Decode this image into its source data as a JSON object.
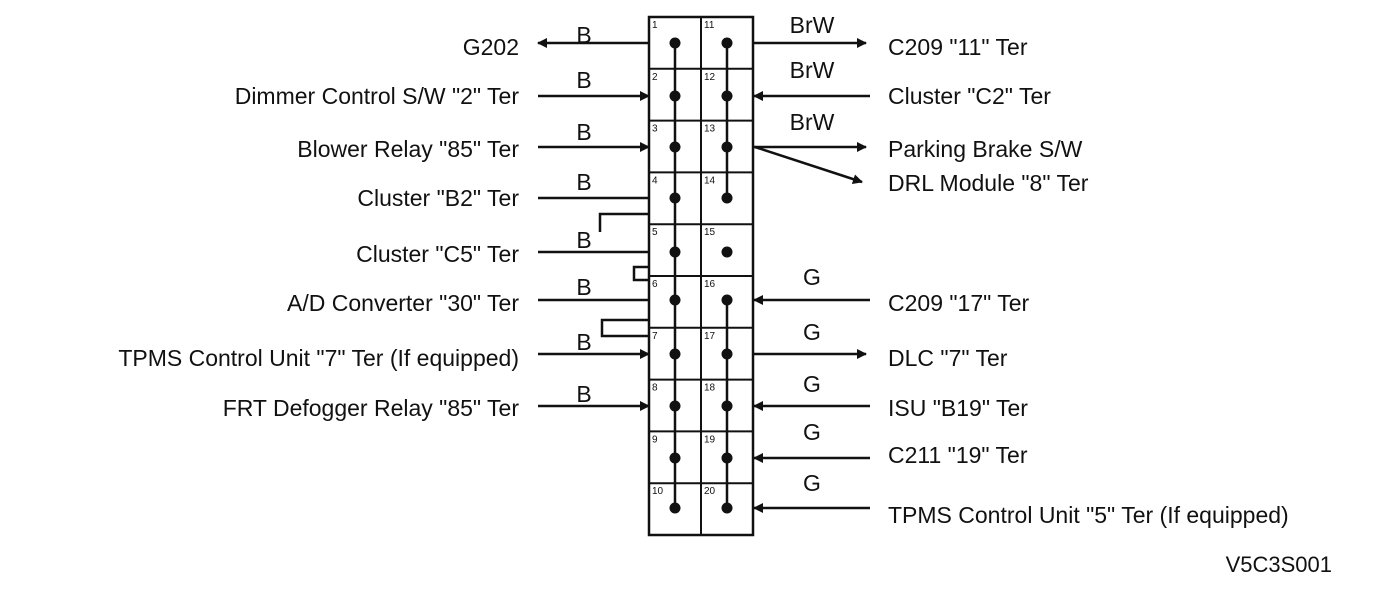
{
  "diagram_code": "V5C3S001",
  "left_pins": [
    {
      "pin": "1",
      "wire": "B",
      "label": "G202",
      "dir": "out"
    },
    {
      "pin": "2",
      "wire": "B",
      "label": "Dimmer Control S/W \"2\" Ter",
      "dir": "in"
    },
    {
      "pin": "3",
      "wire": "B",
      "label": "Blower Relay \"85\" Ter",
      "dir": "in"
    },
    {
      "pin": "4",
      "wire": "B",
      "label": "Cluster \"B2\" Ter",
      "dir": "none"
    },
    {
      "pin": "5",
      "wire": "B",
      "label": "Cluster \"C5\" Ter",
      "dir": "none"
    },
    {
      "pin": "6",
      "wire": "B",
      "label": "A/D Converter \"30\" Ter",
      "dir": "none"
    },
    {
      "pin": "7",
      "wire": "B",
      "label": "TPMS Control Unit \"7\" Ter (If equipped)",
      "dir": "in"
    },
    {
      "pin": "8",
      "wire": "B",
      "label": "FRT Defogger Relay \"85\" Ter",
      "dir": "in"
    },
    {
      "pin": "9",
      "wire": "",
      "label": "",
      "dir": "none"
    },
    {
      "pin": "10",
      "wire": "",
      "label": "",
      "dir": "none"
    }
  ],
  "right_pins": [
    {
      "pin": "11",
      "wire": "BrW",
      "label": "C209 \"11\" Ter",
      "dir": "out"
    },
    {
      "pin": "12",
      "wire": "BrW",
      "label": "Cluster \"C2\" Ter",
      "dir": "in"
    },
    {
      "pin": "13",
      "wire": "BrW",
      "label": "Parking Brake S/W",
      "dir": "out"
    },
    {
      "pin": "14",
      "wire": "",
      "label": "",
      "dir": "none"
    },
    {
      "pin": "15",
      "wire": "",
      "label": "",
      "dir": "none"
    },
    {
      "pin": "16",
      "wire": "G",
      "label": "C209 \"17\" Ter",
      "dir": "in"
    },
    {
      "pin": "17",
      "wire": "G",
      "label": "DLC \"7\" Ter",
      "dir": "out"
    },
    {
      "pin": "18",
      "wire": "G",
      "label": "ISU \"B19\" Ter",
      "dir": "in"
    },
    {
      "pin": "19",
      "wire": "G",
      "label": "C211 \"19\" Ter",
      "dir": "in"
    },
    {
      "pin": "20",
      "wire": "G",
      "label": "TPMS Control Unit \"5\" Ter (If equipped)",
      "dir": "in"
    }
  ],
  "branch": {
    "from_pin": "13",
    "label": "DRL Module \"8\" Ter",
    "dir": "out"
  }
}
